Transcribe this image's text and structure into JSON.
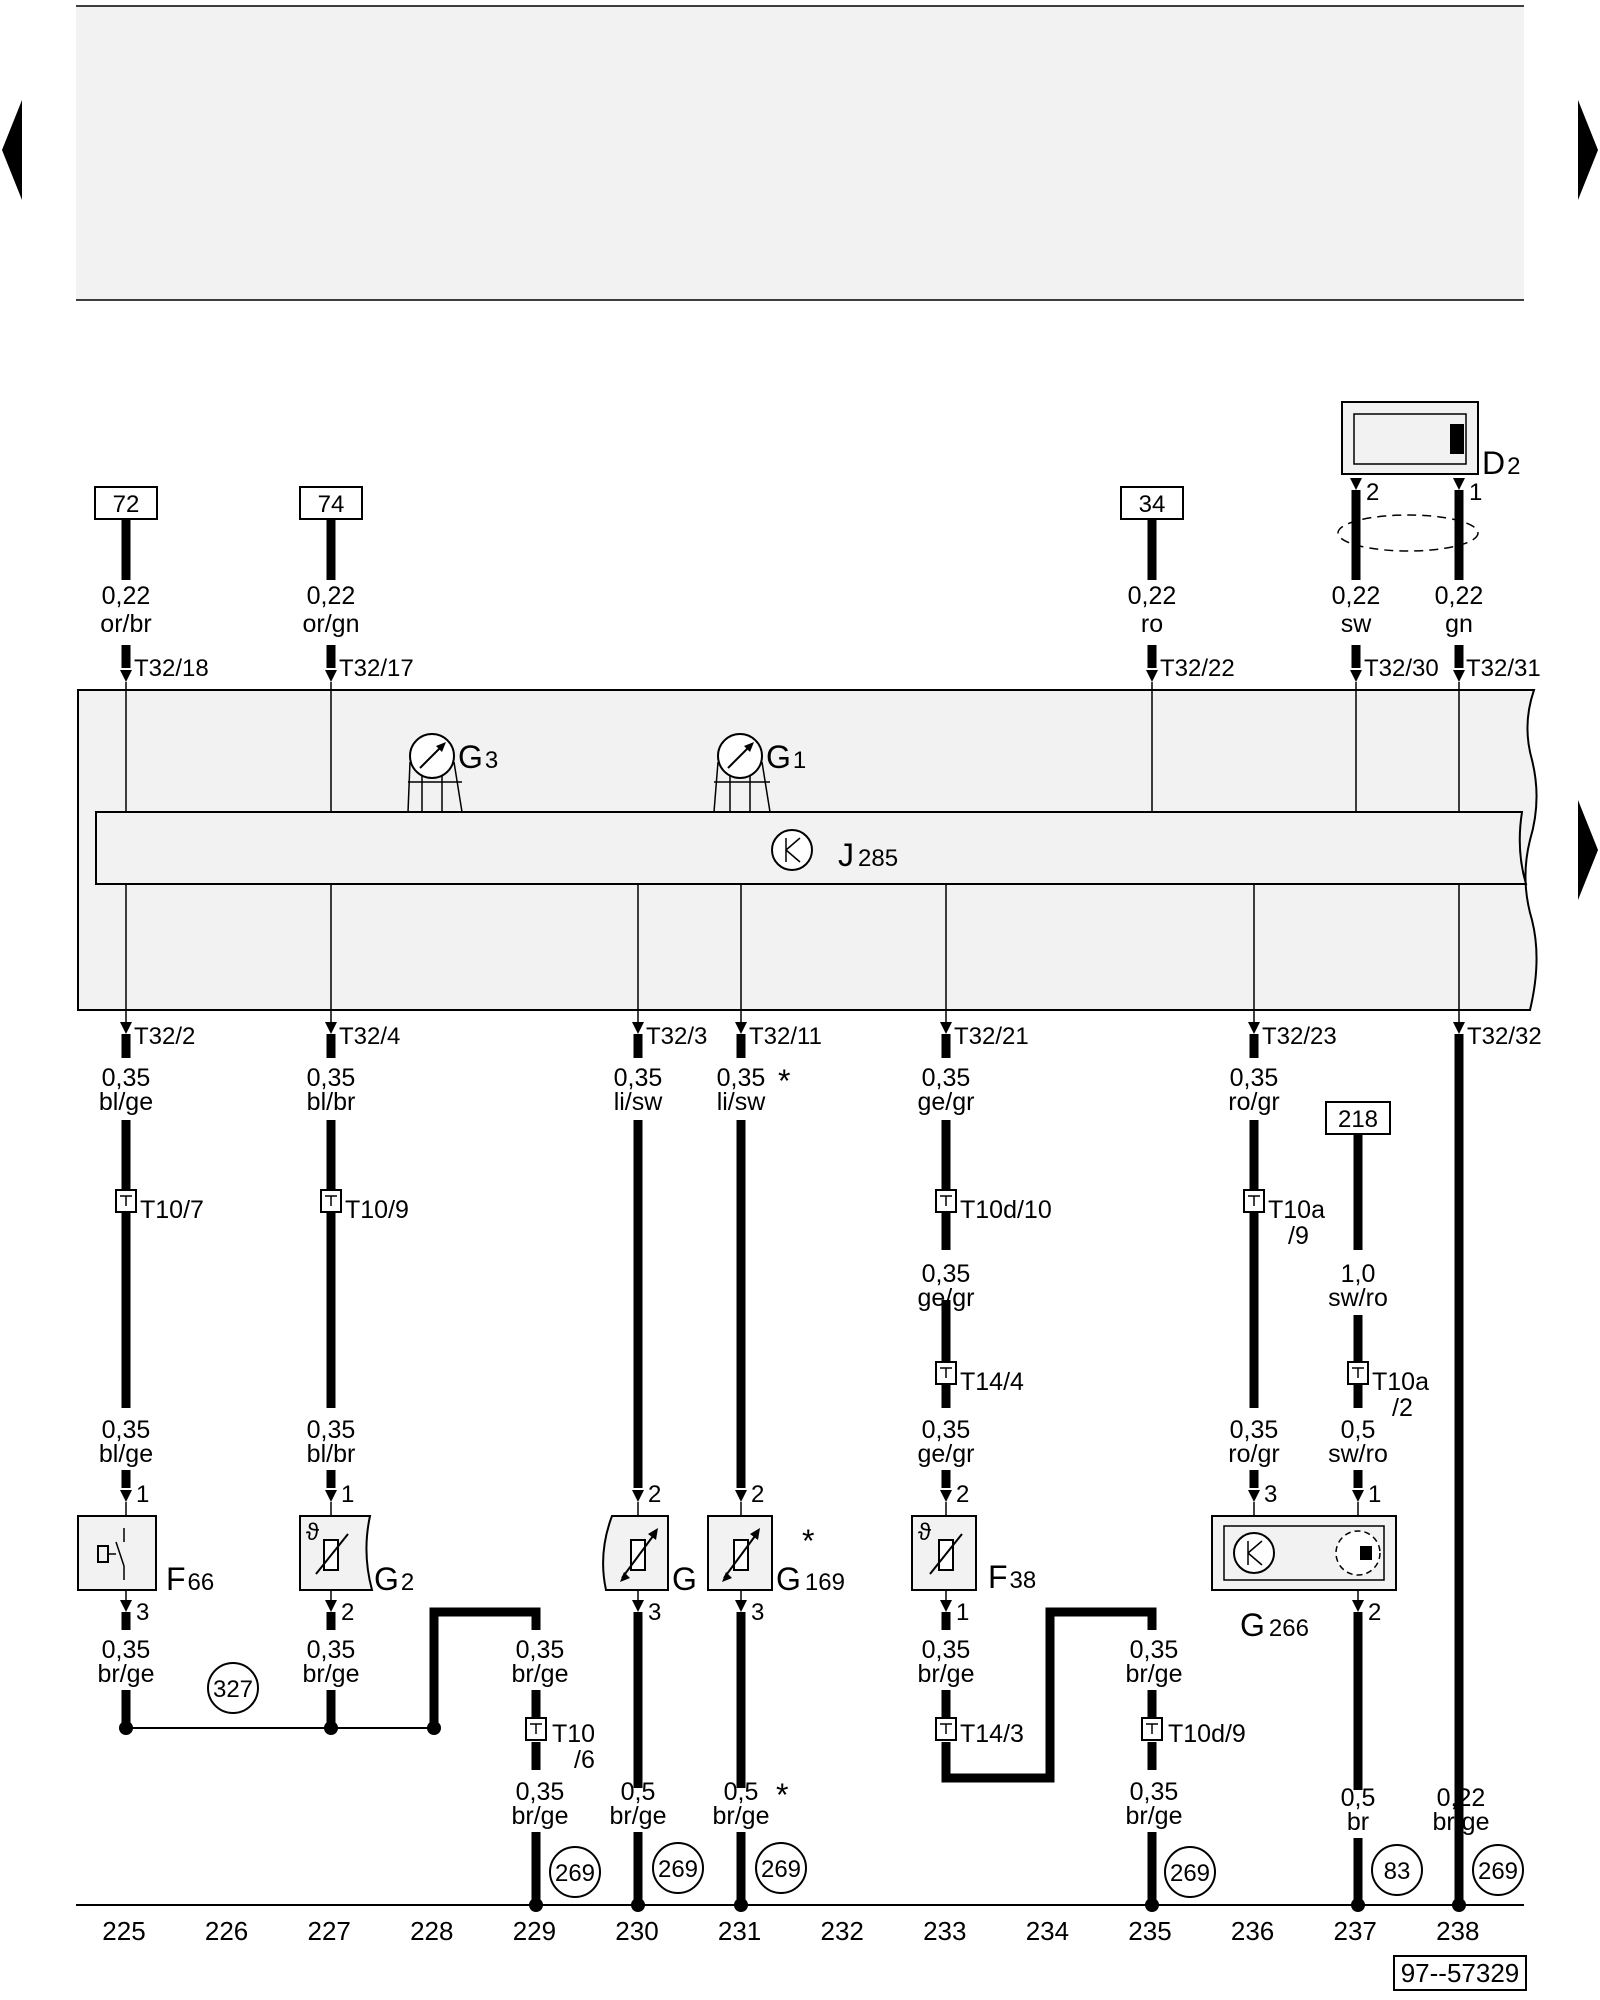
{
  "header": {
    "nav_left": "previous page",
    "nav_right": "next page",
    "nav_right_lower": "continue"
  },
  "references": {
    "ref_72": "72",
    "ref_74": "74",
    "ref_34": "34",
    "ref_218": "218"
  },
  "components": {
    "d2": {
      "letter": "D",
      "sub": "2"
    },
    "g3": {
      "letter": "G",
      "sub": "3"
    },
    "g1": {
      "letter": "G",
      "sub": "1"
    },
    "j285": {
      "letter": "J",
      "sub": "285"
    },
    "f66": {
      "letter": "F",
      "sub": "66"
    },
    "g2": {
      "letter": "G",
      "sub": "2"
    },
    "g": {
      "letter": "G",
      "sub": ""
    },
    "g169": {
      "letter": "G",
      "sub": "169",
      "mark": "*"
    },
    "f38": {
      "letter": "F",
      "sub": "38"
    },
    "g266": {
      "letter": "G",
      "sub": "266"
    }
  },
  "top_wires": {
    "w225": {
      "size": "0,22",
      "color": "or/br",
      "pin": "T32/18"
    },
    "w227": {
      "size": "0,22",
      "color": "or/gn",
      "pin": "T32/17"
    },
    "w235": {
      "size": "0,22",
      "color": "ro",
      "pin": "T32/22"
    },
    "w237": {
      "size": "0,22",
      "color": "sw",
      "pin": "T32/30",
      "d2pin": "2"
    },
    "w238": {
      "size": "0,22",
      "color": "gn",
      "pin": "T32/31",
      "d2pin": "1"
    }
  },
  "bottom_pins": {
    "p225": "T32/2",
    "p227": "T32/4",
    "p230": "T32/3",
    "p231": "T32/11",
    "p233": "T32/21",
    "p236": "T32/23",
    "p238": "T32/32"
  },
  "mid_wires": {
    "w225a": {
      "size": "0,35",
      "color": "bl/ge"
    },
    "w227a": {
      "size": "0,35",
      "color": "bl/br"
    },
    "w230a": {
      "size": "0,35",
      "color": "li/sw"
    },
    "w231a": {
      "size": "0,35",
      "color": "li/sw",
      "mark": "*"
    },
    "w233a": {
      "size": "0,35",
      "color": "ge/gr"
    },
    "w236a": {
      "size": "0,35",
      "color": "ro/gr"
    },
    "w233b": {
      "size": "0,35",
      "color": "ge/gr"
    },
    "w237a": {
      "size": "1,0",
      "color": "sw/ro"
    },
    "w225b": {
      "size": "0,35",
      "color": "bl/ge"
    },
    "w227b": {
      "size": "0,35",
      "color": "bl/br"
    },
    "w233c": {
      "size": "0,35",
      "color": "ge/gr"
    },
    "w236b": {
      "size": "0,35",
      "color": "ro/gr"
    },
    "w237b": {
      "size": "0,5",
      "color": "sw/ro"
    }
  },
  "connectors": {
    "c225": "T10/7",
    "c227": "T10/9",
    "c233a": "T10d/10",
    "c236": {
      "a": "T10a",
      "b": "/9"
    },
    "c233b": "T14/4",
    "c237": {
      "a": "T10a",
      "b": "/2"
    },
    "c229": {
      "a": "T10",
      "b": "/6"
    },
    "c233c": "T14/3",
    "c235": "T10d/9"
  },
  "component_pins": {
    "f66_top": "1",
    "f66_bot": "3",
    "g2_top": "1",
    "g2_bot": "2",
    "g_top": "2",
    "g_bot": "3",
    "g169_top": "2",
    "g169_bot": "3",
    "f38_top": "2",
    "f38_bot": "1",
    "g266_left": "3",
    "g266_right": "1",
    "g266_bot": "2"
  },
  "low_wires": {
    "w225c": {
      "size": "0,35",
      "color": "br/ge"
    },
    "w227c": {
      "size": "0,35",
      "color": "br/ge"
    },
    "w229a": {
      "size": "0,35",
      "color": "br/ge"
    },
    "w233d": {
      "size": "0,35",
      "color": "br/ge"
    },
    "w235a": {
      "size": "0,35",
      "color": "br/ge"
    },
    "w229b": {
      "size": "0,35",
      "color": "br/ge"
    },
    "w230b": {
      "size": "0,5",
      "color": "br/ge"
    },
    "w231b": {
      "size": "0,5",
      "color": "br/ge",
      "mark": "*"
    },
    "w235b": {
      "size": "0,35",
      "color": "br/ge"
    },
    "w237c": {
      "size": "0,5",
      "color": "br"
    },
    "w238c": {
      "size": "0,22",
      "color": "br/ge"
    }
  },
  "ground_refs": {
    "g327": "327",
    "g229": "269",
    "g230": "269",
    "g231": "269",
    "g235": "269",
    "g237": "83",
    "g238": "269"
  },
  "columns": [
    "225",
    "226",
    "227",
    "228",
    "229",
    "230",
    "231",
    "232",
    "233",
    "234",
    "235",
    "236",
    "237",
    "238"
  ],
  "image_code": "97--57329"
}
